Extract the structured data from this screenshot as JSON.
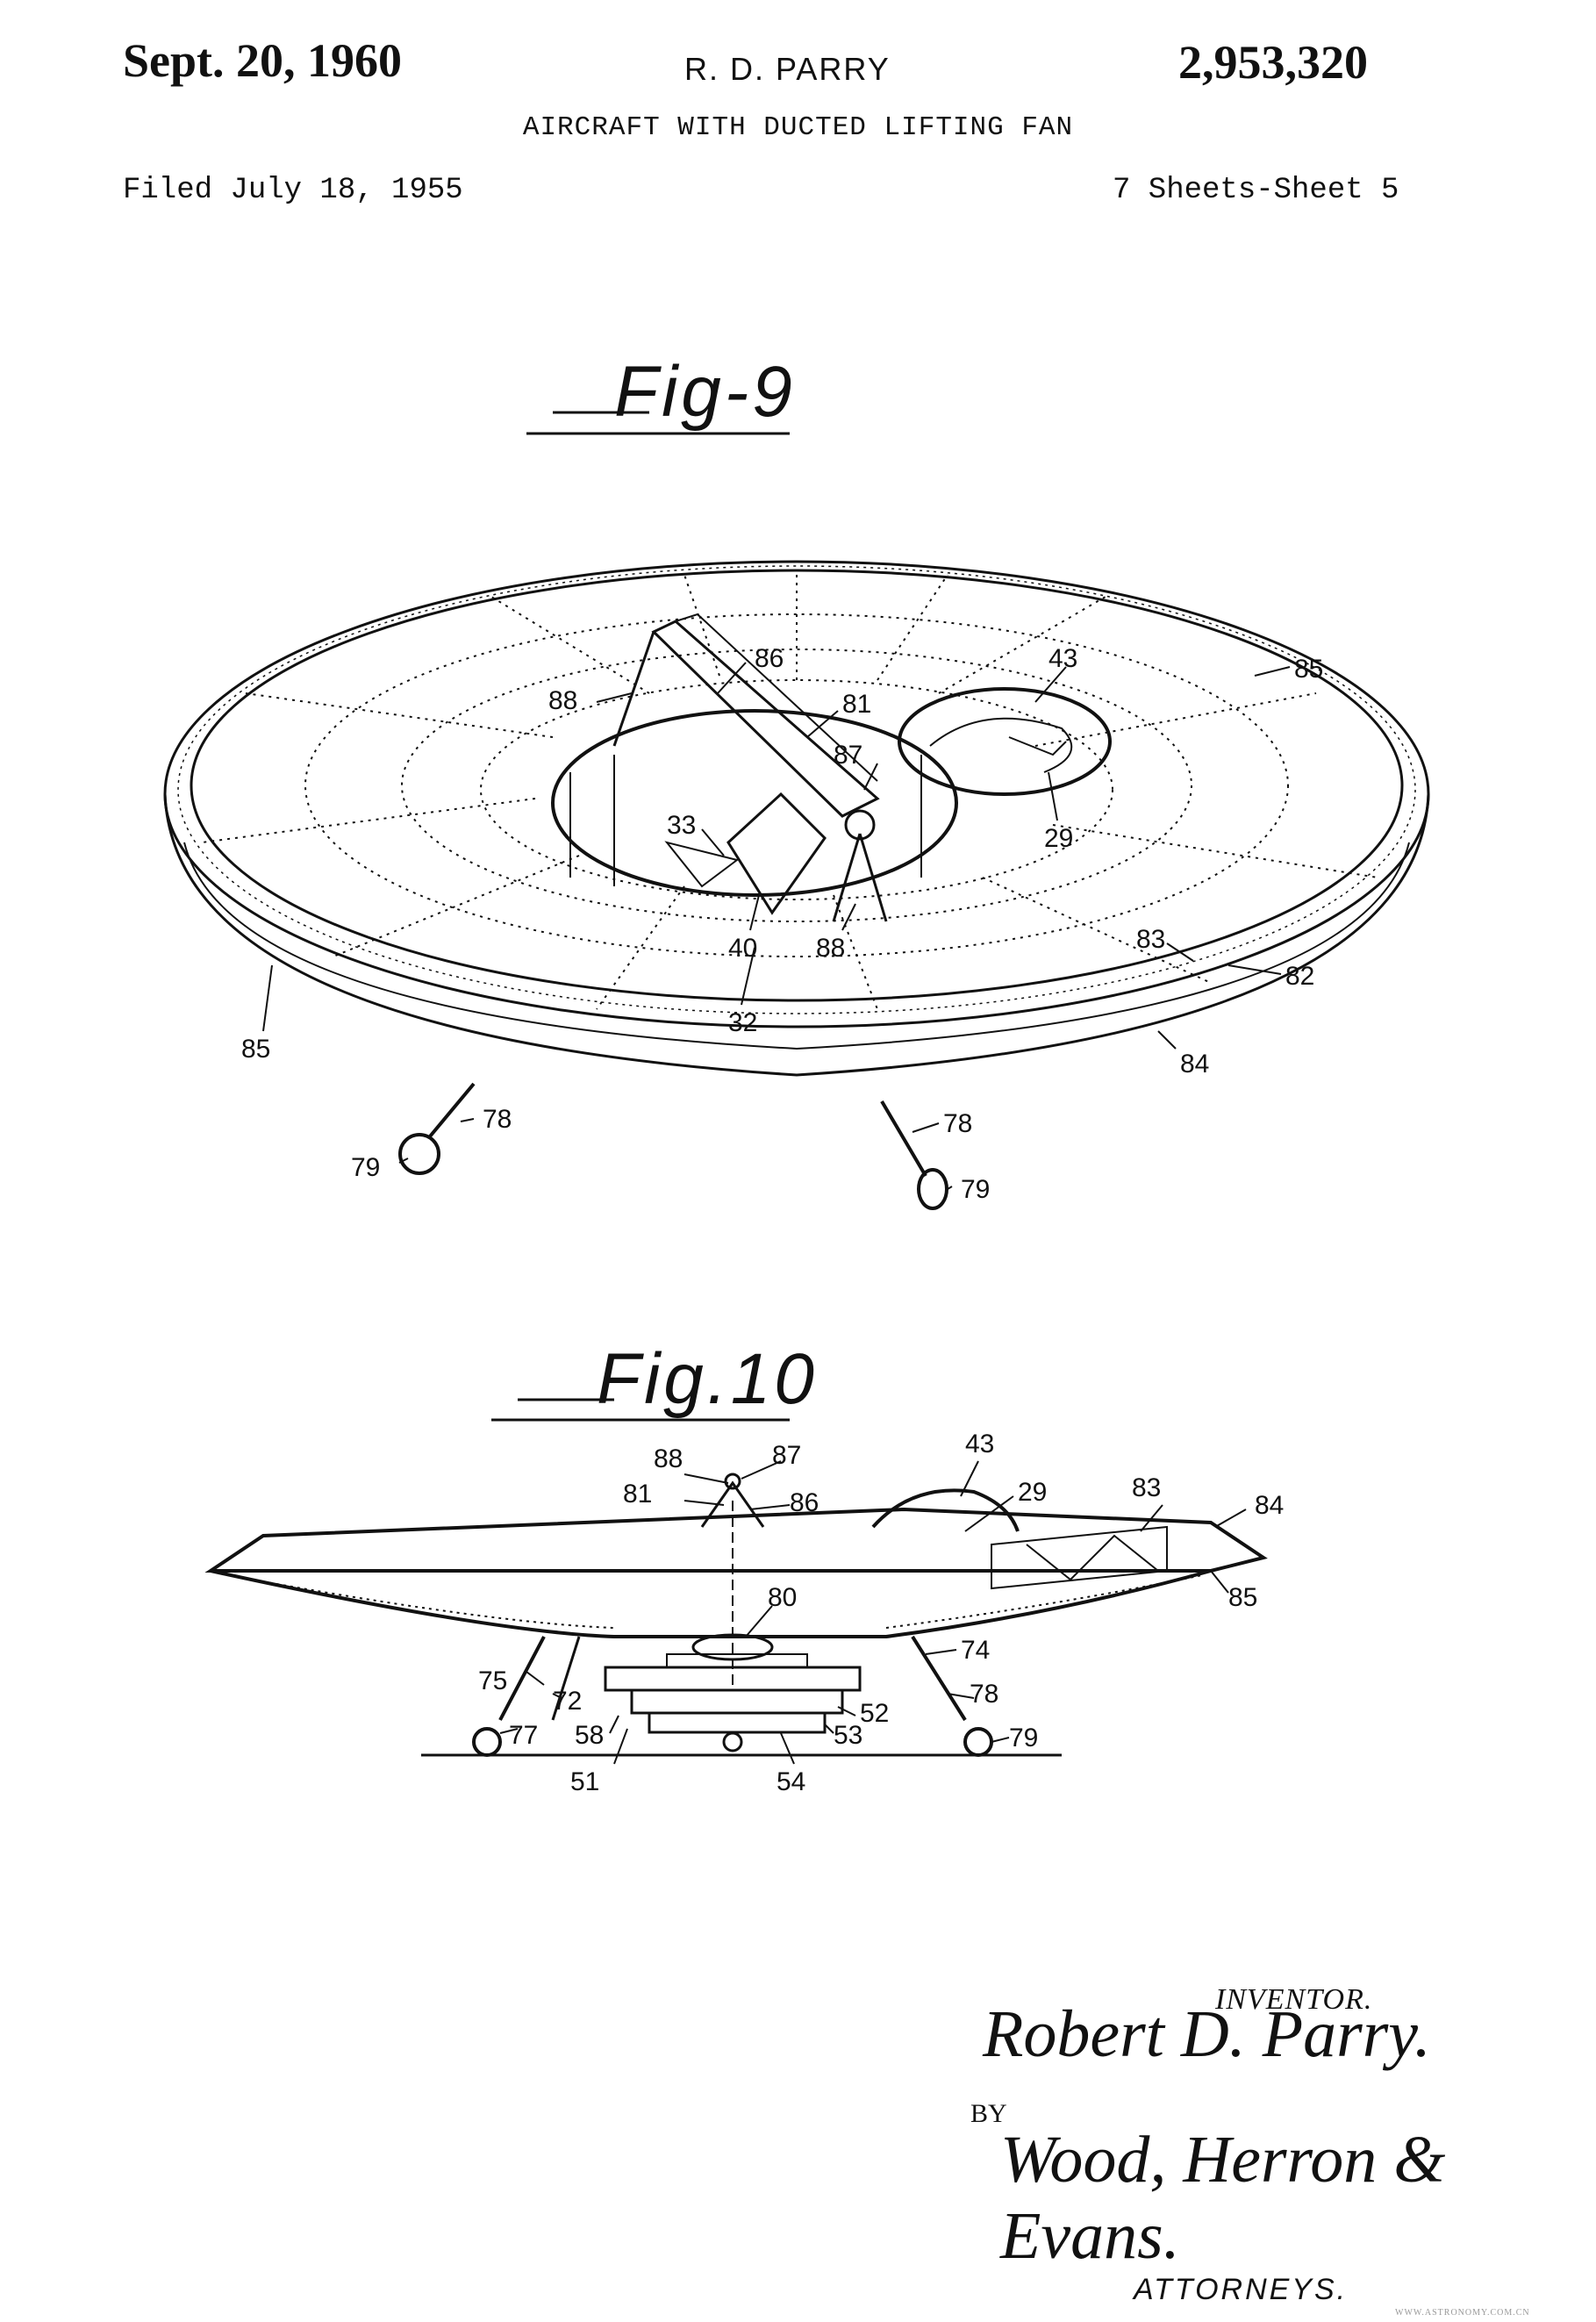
{
  "header": {
    "date": "Sept. 20, 1960",
    "inventor": "R. D. PARRY",
    "patent_number": "2,953,320",
    "title": "AIRCRAFT WITH DUCTED LIFTING FAN",
    "filed": "Filed July 18, 1955",
    "sheets": "7 Sheets-Sheet 5"
  },
  "figures": {
    "fig9": {
      "label": "Fig-9",
      "refs": {
        "r86": "86",
        "r88a": "88",
        "r81": "81",
        "r87": "87",
        "r43": "43",
        "r85a": "85",
        "r29": "29",
        "r33": "33",
        "r40": "40",
        "r88b": "88",
        "r32": "32",
        "r83": "83",
        "r82": "82",
        "r85b": "85",
        "r84": "84",
        "r78a": "78",
        "r79a": "79",
        "r78b": "78",
        "r79b": "79"
      }
    },
    "fig10": {
      "label": "Fig.10",
      "refs": {
        "r88": "88",
        "r87": "87",
        "r43": "43",
        "r81": "81",
        "r86": "86",
        "r29": "29",
        "r83": "83",
        "r84": "84",
        "r85": "85",
        "r80": "80",
        "r74": "74",
        "r75": "75",
        "r72": "72",
        "r78": "78",
        "r52": "52",
        "r77": "77",
        "r58": "58",
        "r53": "53",
        "r79": "79",
        "r51": "51",
        "r54": "54"
      }
    }
  },
  "signature": {
    "inventor_label": "INVENTOR.",
    "inventor_signature": "Robert D. Parry.",
    "by_label": "BY",
    "attorneys_signature": "Wood, Herron & Evans.",
    "attorneys_label": "ATTORNEYS."
  },
  "watermark": "WWW.ASTRONOMY.COM.CN"
}
